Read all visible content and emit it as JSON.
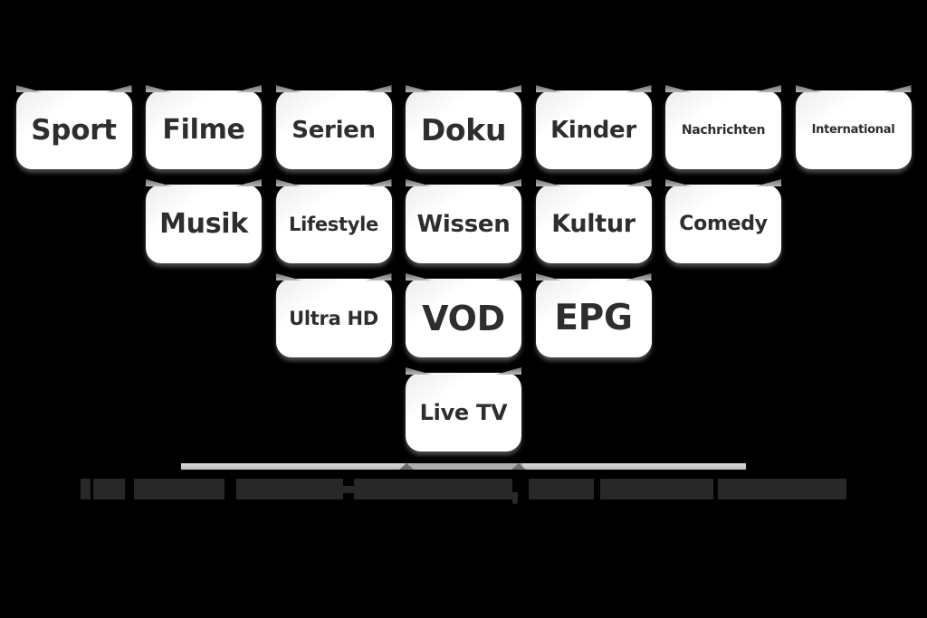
{
  "canvas": {
    "background_color": "#000000",
    "card_color": "#ffffff",
    "card_text_color": "#2e2e2e",
    "fold_color": "#8c8c8c",
    "platform_bar_color": "#c8c8c8",
    "caption_block_color": "#282828"
  },
  "category_rows": [
    {
      "cards": [
        {
          "label": "Sport"
        },
        {
          "label": "Filme"
        },
        {
          "label": "Serien"
        },
        {
          "label": "Doku"
        },
        {
          "label": "Kinder"
        },
        {
          "label": "Nachrichten"
        },
        {
          "label": "International"
        }
      ]
    },
    {
      "cards": [
        {
          "label": "Musik"
        },
        {
          "label": "Lifestyle"
        },
        {
          "label": "Wissen"
        },
        {
          "label": "Kultur"
        },
        {
          "label": "Comedy"
        }
      ]
    },
    {
      "cards": [
        {
          "label": "Ultra HD"
        },
        {
          "label": "VOD"
        },
        {
          "label": "EPG"
        }
      ]
    },
    {
      "cards": [
        {
          "label": "Live TV"
        }
      ]
    }
  ],
  "caption": {
    "legibility": "illegible-redacted-dark-blocks",
    "segments": [
      {
        "type": "block",
        "w": 11
      },
      {
        "type": "gap",
        "w": 3
      },
      {
        "type": "block",
        "w": 35
      },
      {
        "type": "gap",
        "w": 10
      },
      {
        "type": "block",
        "w": 100
      },
      {
        "type": "gap",
        "w": 13
      },
      {
        "type": "block",
        "w": 118
      },
      {
        "type": "hyphen",
        "w": 12
      },
      {
        "type": "block",
        "w": 175
      },
      {
        "type": "comma",
        "w": 6
      },
      {
        "type": "gap",
        "w": 12
      },
      {
        "type": "block",
        "w": 72
      },
      {
        "type": "gap",
        "w": 7
      },
      {
        "type": "block",
        "w": 125
      },
      {
        "type": "gap",
        "w": 5
      },
      {
        "type": "block",
        "w": 142
      }
    ]
  }
}
